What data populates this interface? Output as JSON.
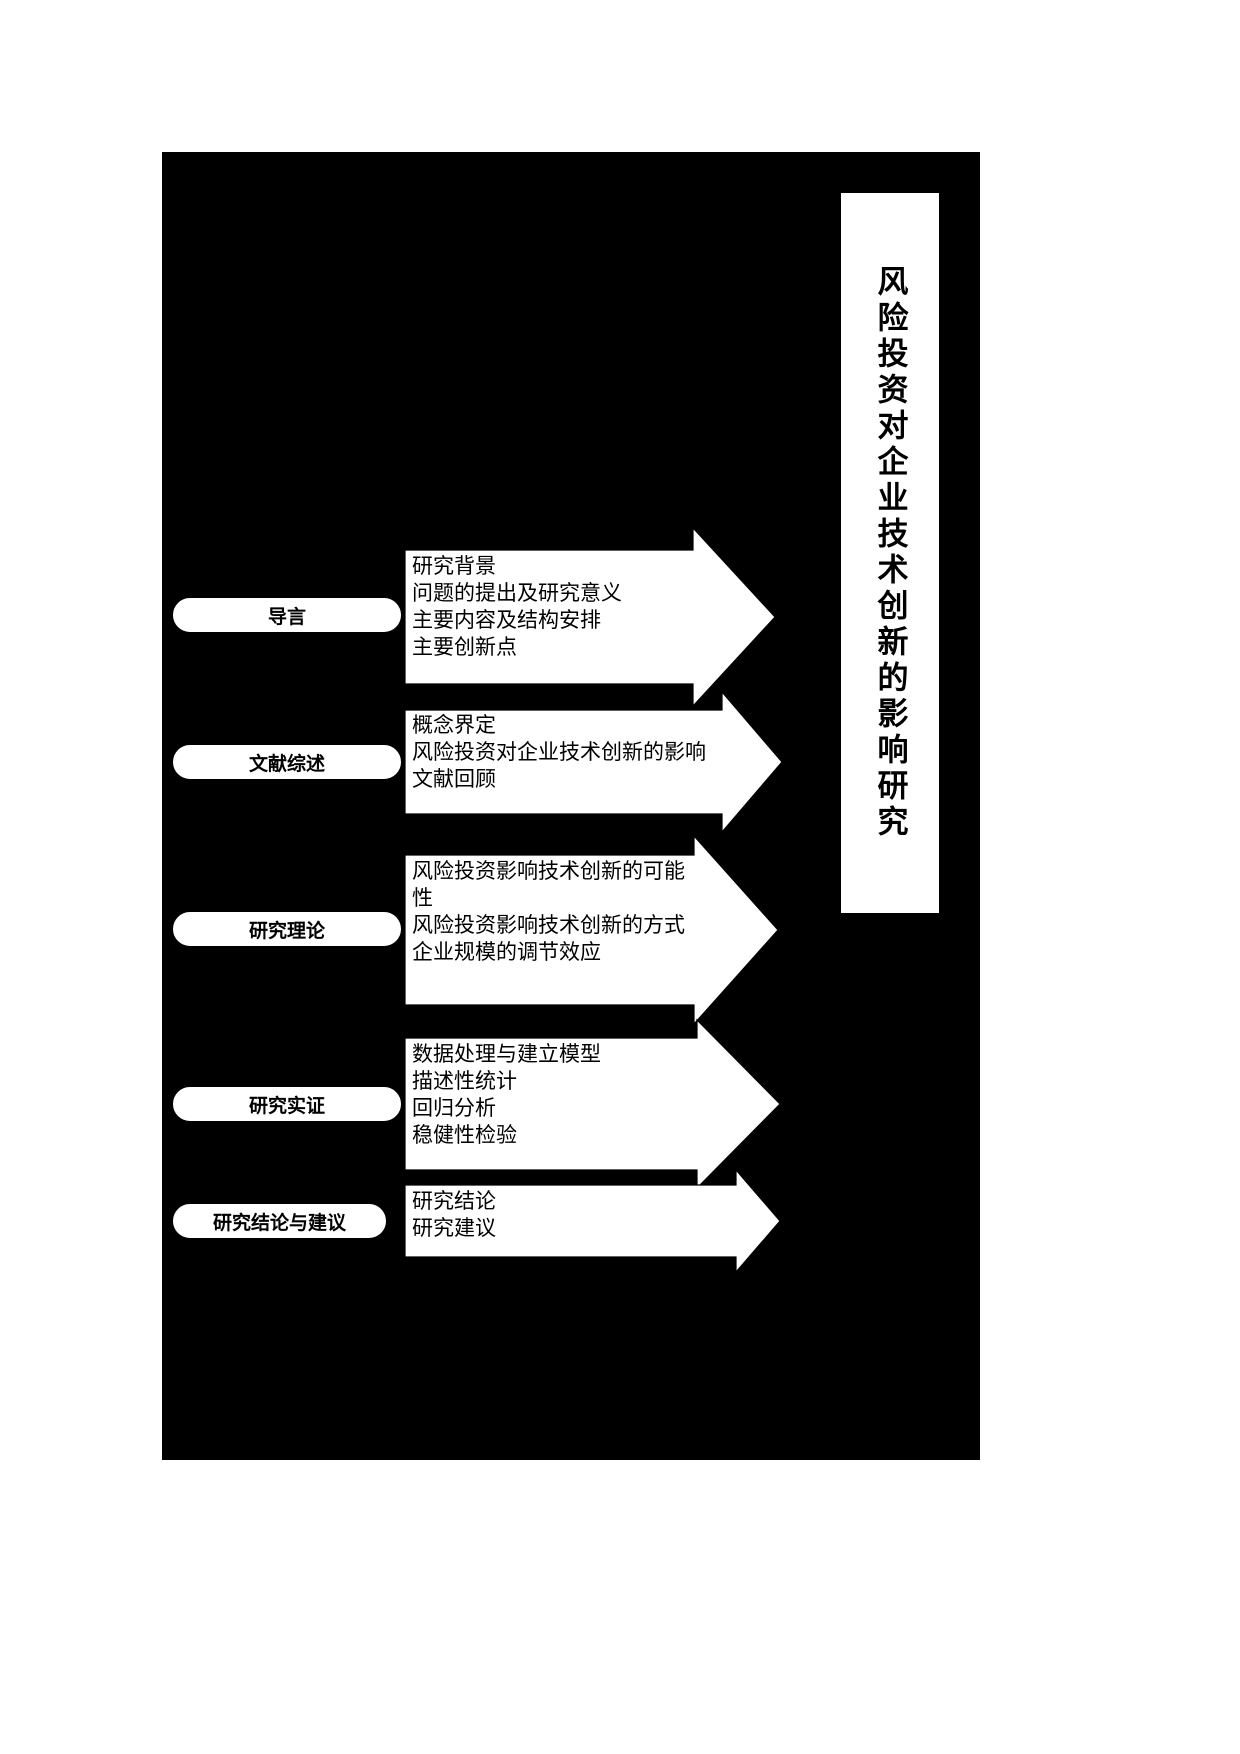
{
  "title": {
    "vertical_title": "风险投资对企业技术创新的影响研究"
  },
  "stages": [
    {
      "label": "导言",
      "content": "研究背景\n问题的提出及研究意义\n主要内容及结构安排\n主要创新点"
    },
    {
      "label": "文献综述",
      "content": "概念界定\n风险投资对企业技术创新的影响\n文献回顾"
    },
    {
      "label": "研究理论",
      "content": "风险投资影响技术创新的可能\n性\n风险投资影响技术创新的方式\n企业规模的调节效应"
    },
    {
      "label": "研究实证",
      "content": "数据处理与建立模型\n描述性统计\n回归分析\n稳健性检验"
    },
    {
      "label": "研究结论与建议",
      "content": "研究结论\n研究建议"
    }
  ],
  "colors": {
    "canvas_background": "#000000",
    "shape_fill": "#ffffff",
    "stroke": "#000000",
    "text": "#000000"
  }
}
